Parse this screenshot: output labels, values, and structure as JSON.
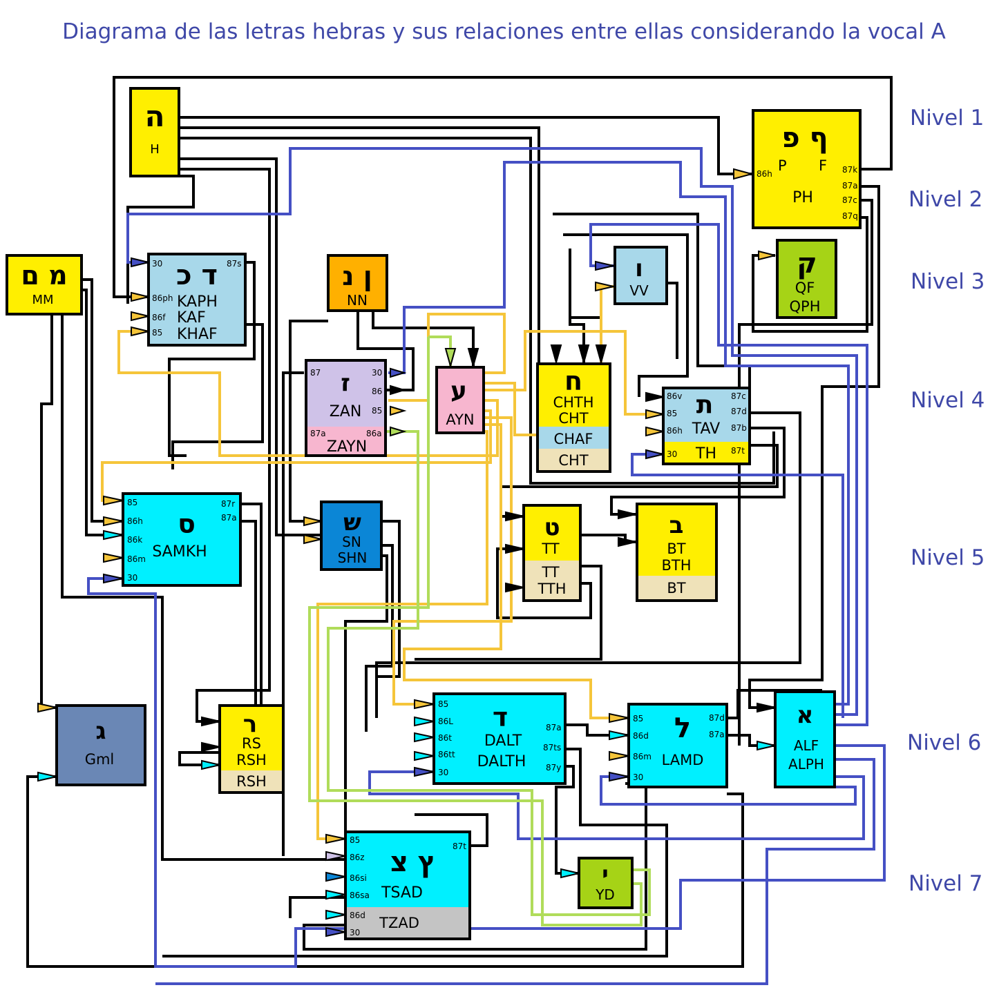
{
  "title": "Diagrama de las letras hebras y sus relaciones entre ellas considerando la vocal A",
  "levels": [
    "Nivel 1",
    "Nivel 2",
    "Nivel 3",
    "Nivel 4",
    "Nivel 5",
    "Nivel 6",
    "Nivel 7"
  ],
  "colors": {
    "yellow": "#ffef00",
    "light_blue": "#a8d8ea",
    "cyan": "#00f0ff",
    "lavender": "#cfc2e8",
    "pink": "#f7b6cf",
    "orange": "#ffb000",
    "blue": "#0b86d6",
    "green": "#a6d316",
    "slate": "#6a87b5",
    "beige": "#efe2b9",
    "grey": "#c4c4c4",
    "connector_black": "#000000",
    "connector_blue": "#4550c4",
    "connector_gold": "#f5c53a",
    "connector_green": "#b0dc5a"
  },
  "boxes": {
    "h": {
      "glyph": "ה",
      "labels": [
        "H"
      ],
      "ports_left": [],
      "ports_right": []
    },
    "mm": {
      "glyph": "מ ם",
      "labels": [
        "MM"
      ],
      "ports_left": [],
      "ports_right": []
    },
    "kaph": {
      "glyph": "ד כ",
      "labels": [
        "KAPH",
        "KAF",
        "KHAF"
      ],
      "ports_left": [
        "30",
        "86ph",
        "86f",
        "85"
      ],
      "ports_right": [
        "87s"
      ]
    },
    "nn": {
      "glyph": "ן נ",
      "labels": [
        "NN"
      ],
      "ports_left": [],
      "ports_right": []
    },
    "zan": {
      "glyph": "ז",
      "labels": [
        "ZAN"
      ],
      "band_label": "ZAYN",
      "ports_left": [
        "87",
        "87a"
      ],
      "ports_right": [
        "30",
        "86",
        "85",
        "86a"
      ]
    },
    "ayn": {
      "glyph": "ע",
      "labels": [
        "AYN"
      ],
      "ports_left": [],
      "ports_right": []
    },
    "chth": {
      "glyph": "ח",
      "labels": [
        "CHTH",
        "CHT"
      ],
      "bands": [
        "CHAF",
        "CHT"
      ],
      "ports_left": [],
      "ports_right": []
    },
    "vv": {
      "glyph": "ו",
      "labels": [
        "VV"
      ],
      "ports_left": [],
      "ports_right": []
    },
    "pph": {
      "glyph": "ף פ",
      "labels": [
        "P",
        "F",
        "PH"
      ],
      "ports_left": [
        "86h"
      ],
      "ports_right": [
        "87k",
        "87a",
        "87c",
        "87q"
      ]
    },
    "qf": {
      "glyph": "ק",
      "labels": [
        "QF",
        "QPH"
      ],
      "ports_left": [],
      "ports_right": []
    },
    "tav": {
      "glyph": "ת",
      "labels": [
        "TAV"
      ],
      "band_label": "TH",
      "ports_left": [
        "86v",
        "85",
        "86h",
        "30"
      ],
      "ports_right": [
        "87c",
        "87d",
        "87b",
        "87t"
      ]
    },
    "samkh": {
      "glyph": "ס",
      "labels": [
        "SAMKH"
      ],
      "ports_left": [
        "85",
        "86h",
        "86k",
        "86m",
        "30"
      ],
      "ports_right": [
        "87r",
        "87a"
      ]
    },
    "shn": {
      "glyph": "ש",
      "labels": [
        "SN",
        "SHN"
      ],
      "ports_left": [],
      "ports_right": []
    },
    "tt": {
      "glyph": "ט",
      "labels": [
        "TT"
      ],
      "band_labels": [
        "TT",
        "TTH"
      ],
      "ports_left": [],
      "ports_right": []
    },
    "bt": {
      "glyph": "ב",
      "labels": [
        "BT",
        "BTH"
      ],
      "band_label": "BT",
      "ports_left": [],
      "ports_right": []
    },
    "gml": {
      "glyph": "ג",
      "labels": [
        "Gml"
      ],
      "ports_left": [],
      "ports_right": []
    },
    "rsh": {
      "glyph": "ר",
      "labels": [
        "RS",
        "RSH"
      ],
      "band_label": "RSH",
      "ports_left": [],
      "ports_right": []
    },
    "dalt": {
      "glyph": "ד",
      "labels": [
        "DALT",
        "DALTH"
      ],
      "ports_left": [
        "85",
        "86L",
        "86t",
        "86tt",
        "30"
      ],
      "ports_right": [
        "87a",
        "87ts",
        "87y"
      ]
    },
    "lamd": {
      "glyph": "ל",
      "labels": [
        "LAMD"
      ],
      "ports_left": [
        "85",
        "86d",
        "86m",
        "30"
      ],
      "ports_right": [
        "87d",
        "87a"
      ]
    },
    "alf": {
      "glyph": "א",
      "labels": [
        "ALF",
        "ALPH"
      ],
      "ports_left": [],
      "ports_right": []
    },
    "yd": {
      "glyph": "י",
      "labels": [
        "YD"
      ],
      "ports_left": [],
      "ports_right": []
    },
    "tsad": {
      "glyph": "ץ צ",
      "labels": [
        "TSAD"
      ],
      "band_label": "TZAD",
      "ports_left": [
        "85",
        "86z",
        "86si",
        "86sa",
        "86d",
        "30"
      ],
      "ports_right": [
        "87t"
      ]
    }
  }
}
